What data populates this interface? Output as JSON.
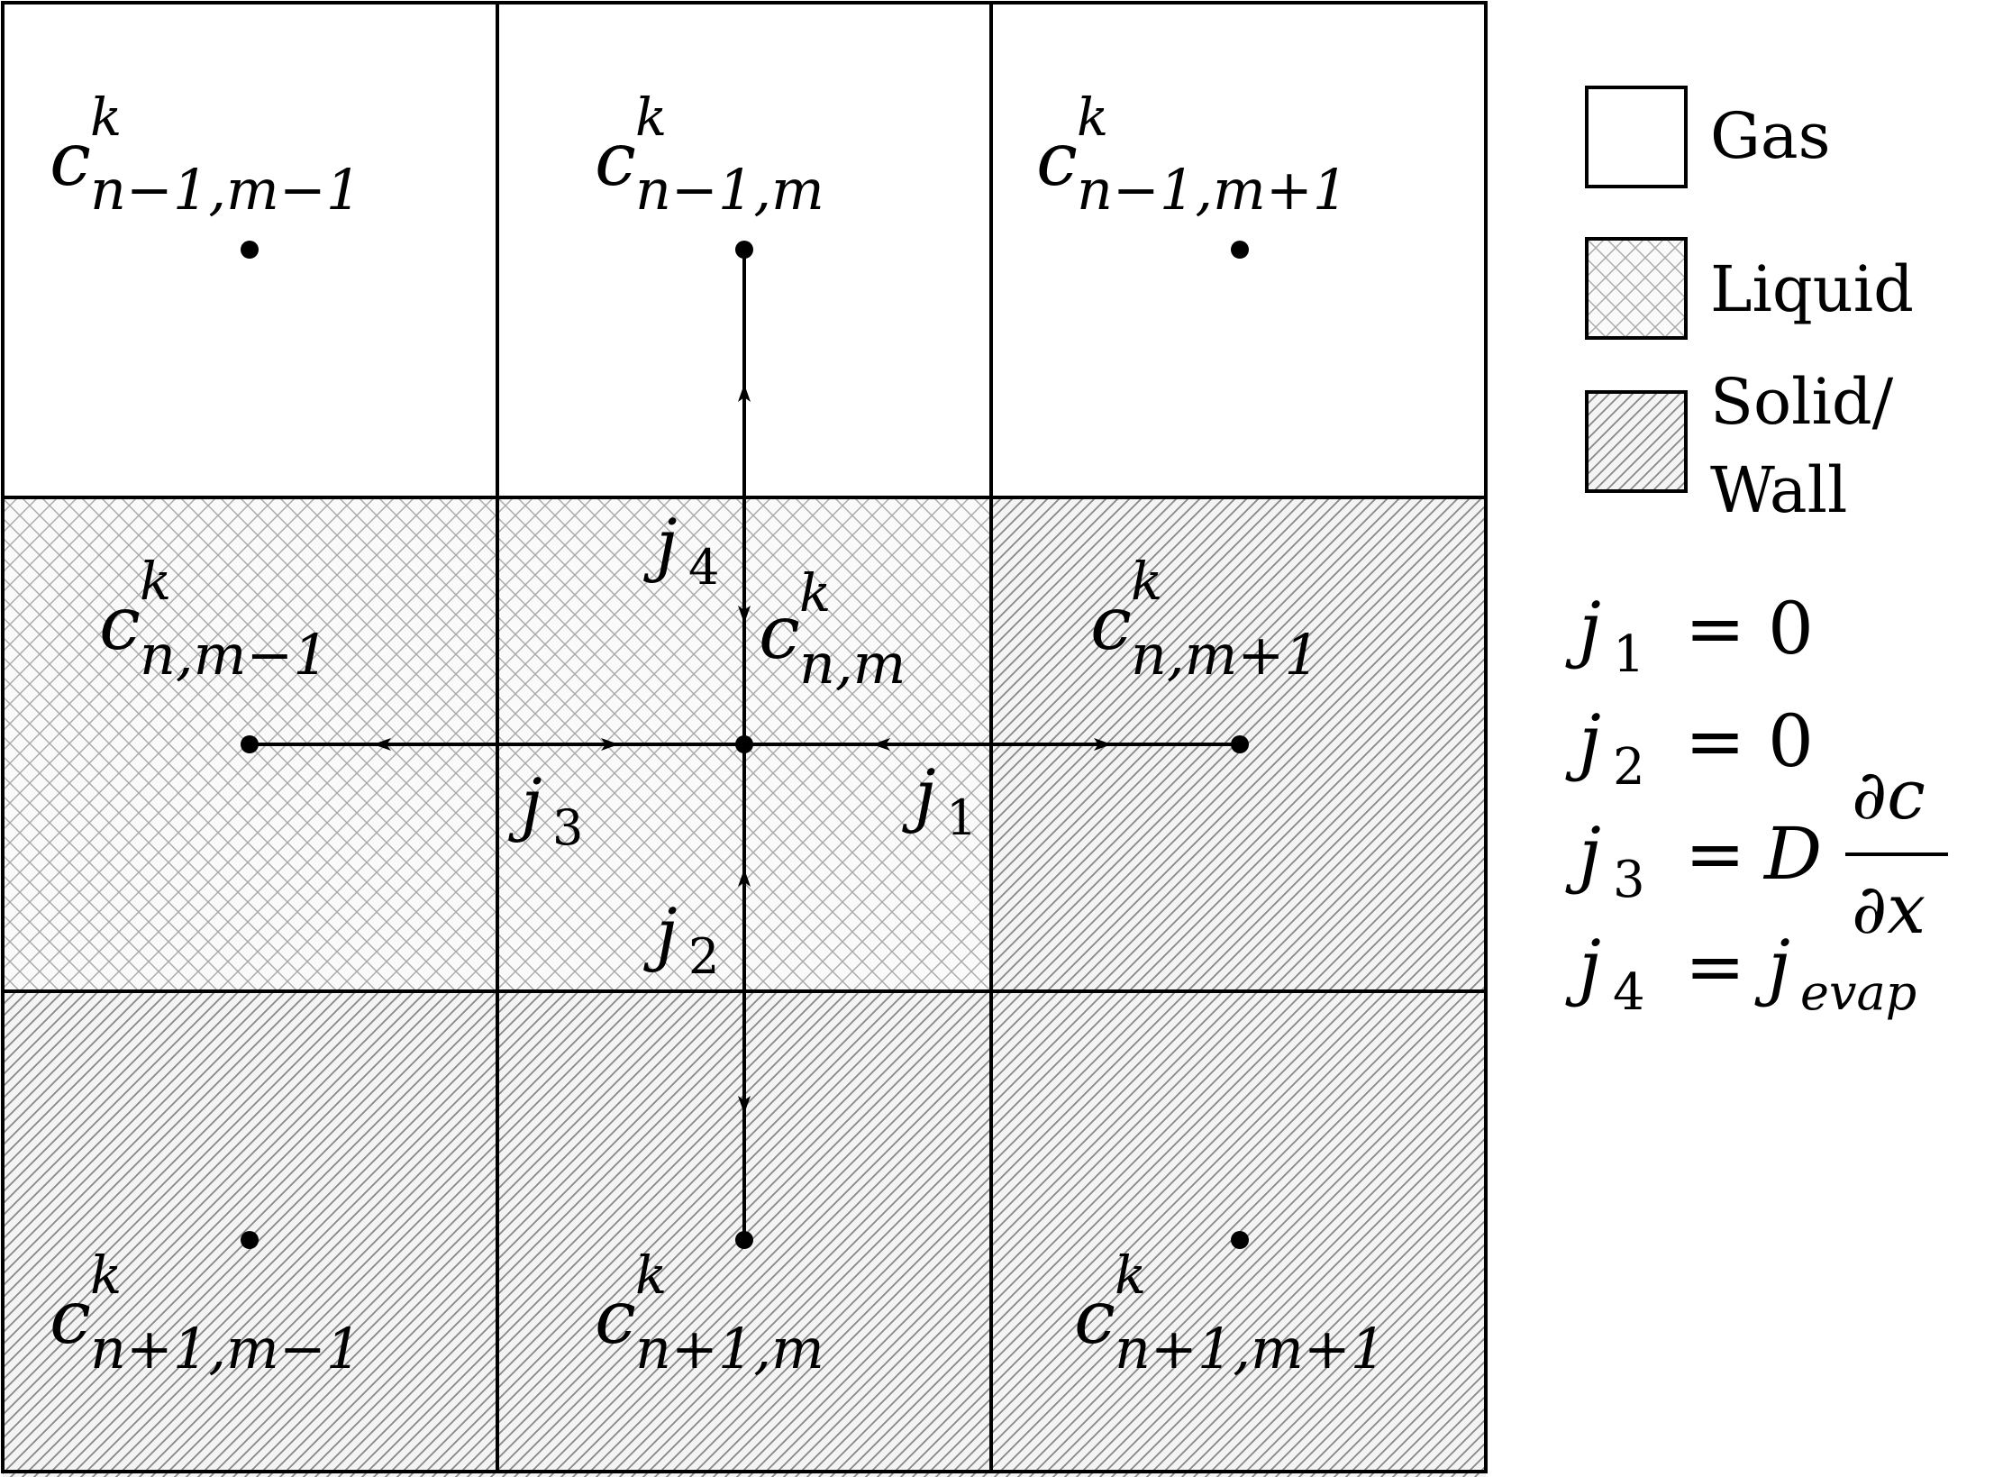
{
  "cells": {
    "r0c0": {
      "base": "c",
      "sup": "k",
      "sub": "n−1,m−1",
      "material": "gas"
    },
    "r0c1": {
      "base": "c",
      "sup": "k",
      "sub": "n−1,m",
      "material": "gas"
    },
    "r0c2": {
      "base": "c",
      "sup": "k",
      "sub": "n−1,m+1",
      "material": "gas"
    },
    "r1c0": {
      "base": "c",
      "sup": "k",
      "sub": "n,m−1",
      "material": "liquid"
    },
    "r1c1": {
      "base": "c",
      "sup": "k",
      "sub": "n,m",
      "material": "liquid"
    },
    "r1c2": {
      "base": "c",
      "sup": "k",
      "sub": "n,m+1",
      "material": "solid"
    },
    "r2c0": {
      "base": "c",
      "sup": "k",
      "sub": "n+1,m−1",
      "material": "solid"
    },
    "r2c1": {
      "base": "c",
      "sup": "k",
      "sub": "n+1,m",
      "material": "solid"
    },
    "r2c2": {
      "base": "c",
      "sup": "k",
      "sub": "n+1,m+1",
      "material": "solid"
    }
  },
  "fluxes": {
    "j1": {
      "base": "j",
      "sub": "1"
    },
    "j2": {
      "base": "j",
      "sub": "2"
    },
    "j3": {
      "base": "j",
      "sub": "3"
    },
    "j4": {
      "base": "j",
      "sub": "4"
    }
  },
  "legend": {
    "gas": "Gas",
    "liquid": "Liquid",
    "solid_line1": "Solid/",
    "solid_line2": "Wall"
  },
  "equations": {
    "j1": {
      "lhs_base": "j",
      "lhs_sub": "1",
      "eq": "=",
      "rhs": "0"
    },
    "j2": {
      "lhs_base": "j",
      "lhs_sub": "2",
      "eq": "=",
      "rhs": "0"
    },
    "j3": {
      "lhs_base": "j",
      "lhs_sub": "3",
      "eq": "=",
      "coef": "D",
      "num": "∂c",
      "den": "∂x"
    },
    "j4": {
      "lhs_base": "j",
      "lhs_sub": "4",
      "eq": "=",
      "rhs_base": "j",
      "rhs_sub": "evap"
    }
  }
}
